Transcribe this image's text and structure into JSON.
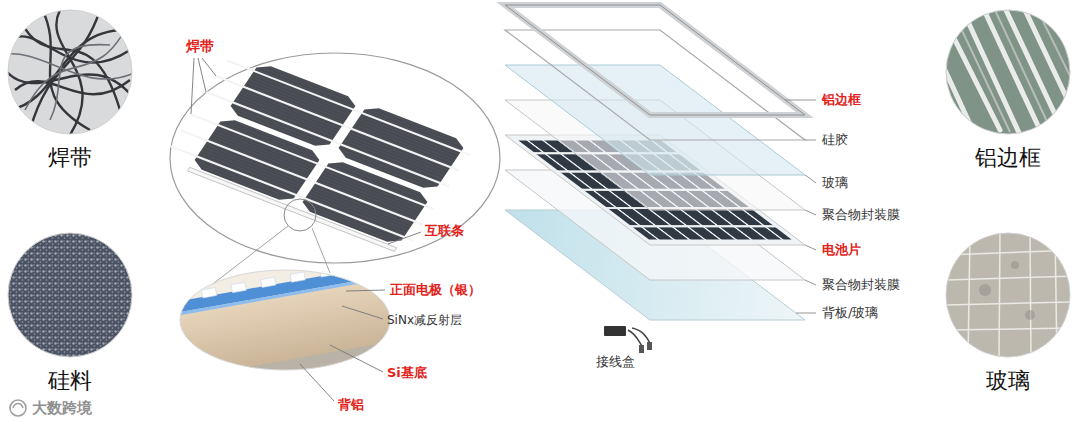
{
  "diagram": {
    "labels": [
      "焊带",
      "互联条",
      "正面电极（银）",
      "SiNx减反射层",
      "Si基底",
      "背铝",
      "铝边框",
      "硅胶",
      "玻璃",
      "聚合物封装膜",
      "电池片",
      "聚合物封装膜",
      "背板/玻璃",
      "接线盒",
      "焊带",
      "硅料",
      "铝边框",
      "玻璃",
      "大数跨境"
    ]
  }
}
